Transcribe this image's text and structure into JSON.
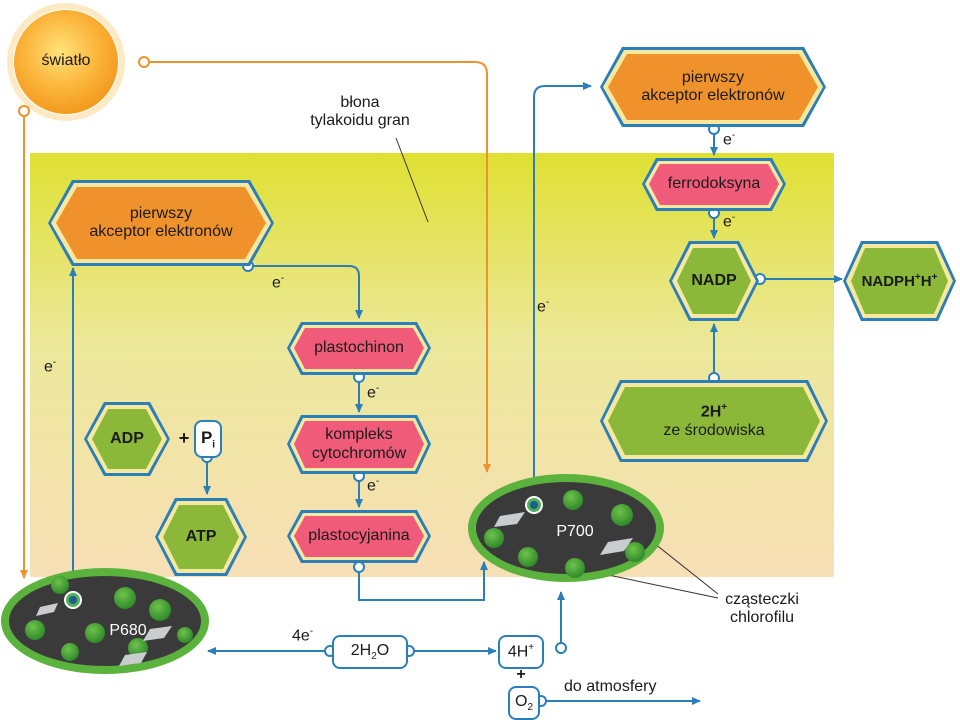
{
  "light": {
    "label": "światło"
  },
  "membrane": {
    "line1": "błona",
    "line2": "tylakoidu gran"
  },
  "nodes": {
    "acceptor_left": {
      "line1": "pierwszy",
      "line2": "akceptor elektronów"
    },
    "acceptor_right": {
      "line1": "pierwszy",
      "line2": "akceptor elektronów"
    },
    "plastochinon": "plastochinon",
    "cytochrome": {
      "line1": "kompleks",
      "line2": "cytochromów"
    },
    "plastocyjanina": "plastocyjanina",
    "ferrodoksyna": "ferrodoksyna",
    "nadp": "NADP",
    "nadph": {
      "base": "NADPH",
      "sup1": "+",
      "mid": "H",
      "sup2": "+"
    },
    "h_env": {
      "base": "2H",
      "sup": "+",
      "line2": "ze środowiska"
    },
    "adp": "ADP",
    "plus": "+",
    "pi": {
      "base": "P",
      "sub": "i"
    },
    "atp": "ATP"
  },
  "electron": {
    "base": "e",
    "sup": "-"
  },
  "electron4": {
    "pre": "4e",
    "sup": "-"
  },
  "photosystems": {
    "p680": "P680",
    "p700": "P700"
  },
  "water": {
    "pre": "2H",
    "sub": "2",
    "post": "O"
  },
  "protons": {
    "base": "4H",
    "sup": "+"
  },
  "plus_sign": "+",
  "oxygen": {
    "base": "O",
    "sub": "2"
  },
  "to_atmosphere": "do atmosfery",
  "chlorophyll": {
    "line1": "cząsteczki",
    "line2": "chlorofilu"
  },
  "colors": {
    "orange": "#f0922b",
    "pink": "#f05b79",
    "green": "#8cb83a",
    "blue": "#2b7fb8",
    "membrane_top": "#dfe032",
    "membrane_bottom": "#f7dfb6"
  }
}
